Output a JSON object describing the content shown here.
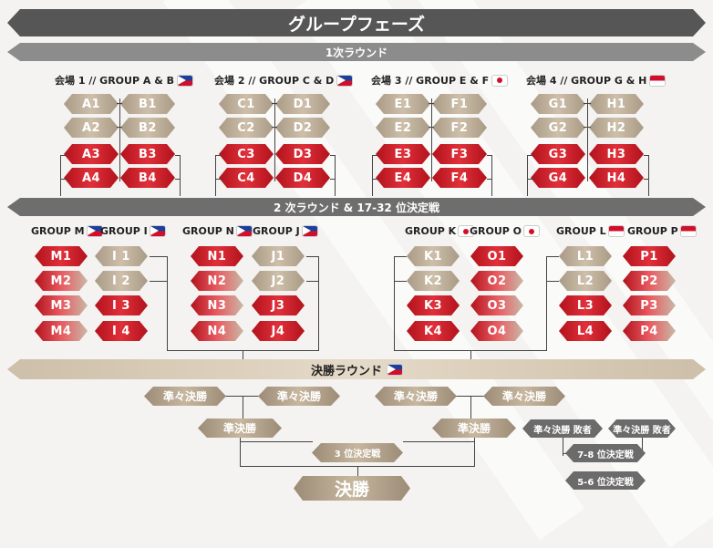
{
  "titles": {
    "group_phase": "グループフェーズ",
    "round1": "1次ラウンド",
    "round2": "2 次ラウンド & 17-32 位決定戦",
    "final_round": "決勝ラウンド"
  },
  "venues": [
    {
      "label": "会場 1 // GROUP A & B",
      "flag": "ph"
    },
    {
      "label": "会場 2 // GROUP C & D",
      "flag": "ph"
    },
    {
      "label": "会場 3 // GROUP E & F",
      "flag": "jp"
    },
    {
      "label": "会場 4 // GROUP G & H",
      "flag": "id"
    }
  ],
  "round1_columns": [
    [
      "A1",
      "A2",
      "A3",
      "A4"
    ],
    [
      "B1",
      "B2",
      "B3",
      "B4"
    ],
    [
      "C1",
      "C2",
      "C3",
      "C4"
    ],
    [
      "D1",
      "D2",
      "D3",
      "D4"
    ],
    [
      "E1",
      "E2",
      "E3",
      "E4"
    ],
    [
      "F1",
      "F2",
      "F3",
      "F4"
    ],
    [
      "G1",
      "G2",
      "G3",
      "G4"
    ],
    [
      "H1",
      "H2",
      "H3",
      "H4"
    ]
  ],
  "round2_groups": [
    {
      "label": "GROUP M",
      "flag": "ph",
      "teams": [
        "M1",
        "M2",
        "M3",
        "M4"
      ],
      "style": "red"
    },
    {
      "label": "GROUP I",
      "flag": "ph",
      "teams": [
        "I 1",
        "I 2",
        "I 3",
        "I 4"
      ],
      "style": "tan"
    },
    {
      "label": "GROUP N",
      "flag": "ph",
      "teams": [
        "N1",
        "N2",
        "N3",
        "N4"
      ],
      "style": "red"
    },
    {
      "label": "GROUP J",
      "flag": "ph",
      "teams": [
        "J1",
        "J2",
        "J3",
        "J4"
      ],
      "style": "tan"
    },
    {
      "label": "GROUP K",
      "flag": "jp",
      "teams": [
        "K1",
        "K2",
        "K3",
        "K4"
      ],
      "style": "tan"
    },
    {
      "label": "GROUP O",
      "flag": "jp",
      "teams": [
        "O1",
        "O2",
        "O3",
        "O4"
      ],
      "style": "red"
    },
    {
      "label": "GROUP L",
      "flag": "id",
      "teams": [
        "L1",
        "L2",
        "L3",
        "L4"
      ],
      "style": "tan"
    },
    {
      "label": "GROUP P",
      "flag": "id",
      "teams": [
        "P1",
        "P2",
        "P3",
        "P4"
      ],
      "style": "red"
    }
  ],
  "knockout": {
    "quarterfinal": "準々決勝",
    "semifinal": "準決勝",
    "qf_loser": "準々決勝 敗者",
    "third_place": "3 位決定戦",
    "place_7_8": "7-8 位決定戦",
    "place_5_6": "5-6 位決定戦",
    "final": "決勝"
  },
  "colors": {
    "banner_dark": "#565656",
    "banner_mid": "#8c8c8c",
    "accent_red": "#d0102b",
    "tan": "#c7b79f"
  }
}
